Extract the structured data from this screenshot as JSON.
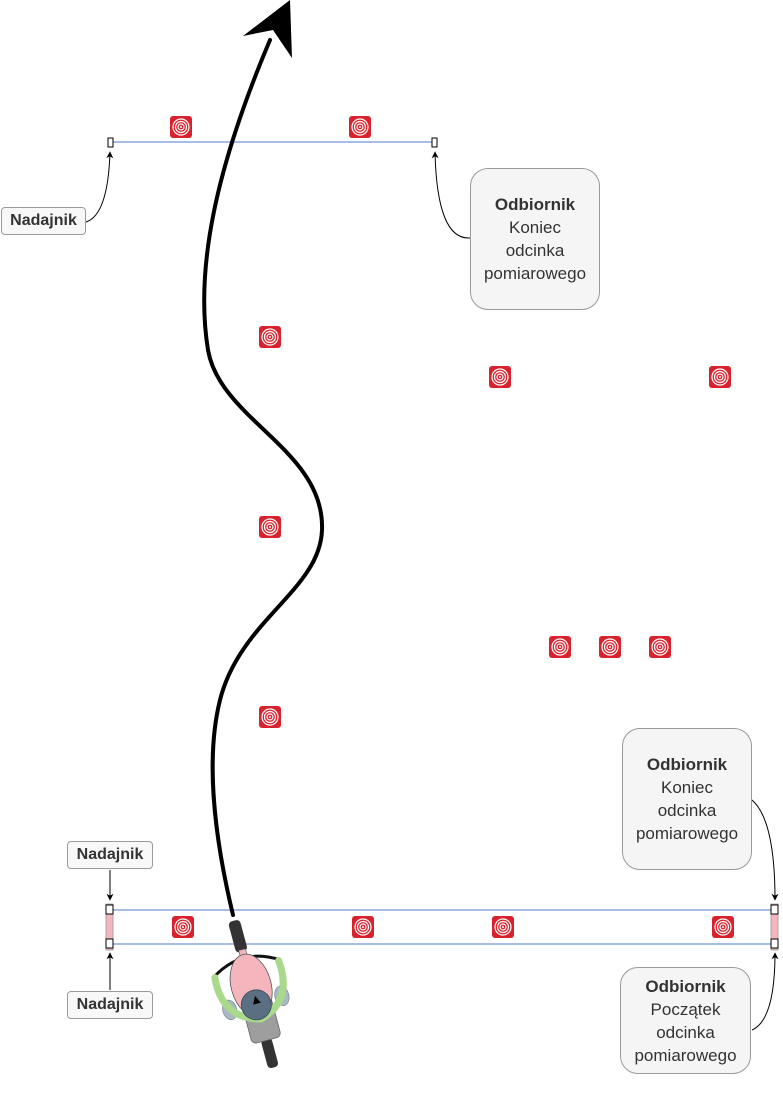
{
  "colors": {
    "beam": "#a7bde6",
    "cone": "#d8232f",
    "sender_fill": "#f4b6bc",
    "path": "#000000",
    "label_bg": "#f8f8f8",
    "label_border": "#9a9a9a"
  },
  "icons": {
    "cone": "traffic-cone-icon",
    "sensor": "photocell-sensor-icon",
    "vehicle": "motorcycle-rider-icon"
  },
  "labels": {
    "transmitter_top": "Nadajnik",
    "transmitter_bottom_upper": "Nadajnik",
    "transmitter_bottom_lower": "Nadajnik",
    "receiver_top": {
      "title": "Odbiornik",
      "line1": "Koniec",
      "line2": "odcinka",
      "line3": "pomiarowego"
    },
    "receiver_end": {
      "title": "Odbiornik",
      "line1": "Koniec",
      "line2": "odcinka",
      "line3": "pomiarowego"
    },
    "receiver_start": {
      "title": "Odbiornik",
      "line1": "Początek",
      "line2": "odcinka",
      "line3": "pomiarowego"
    }
  }
}
